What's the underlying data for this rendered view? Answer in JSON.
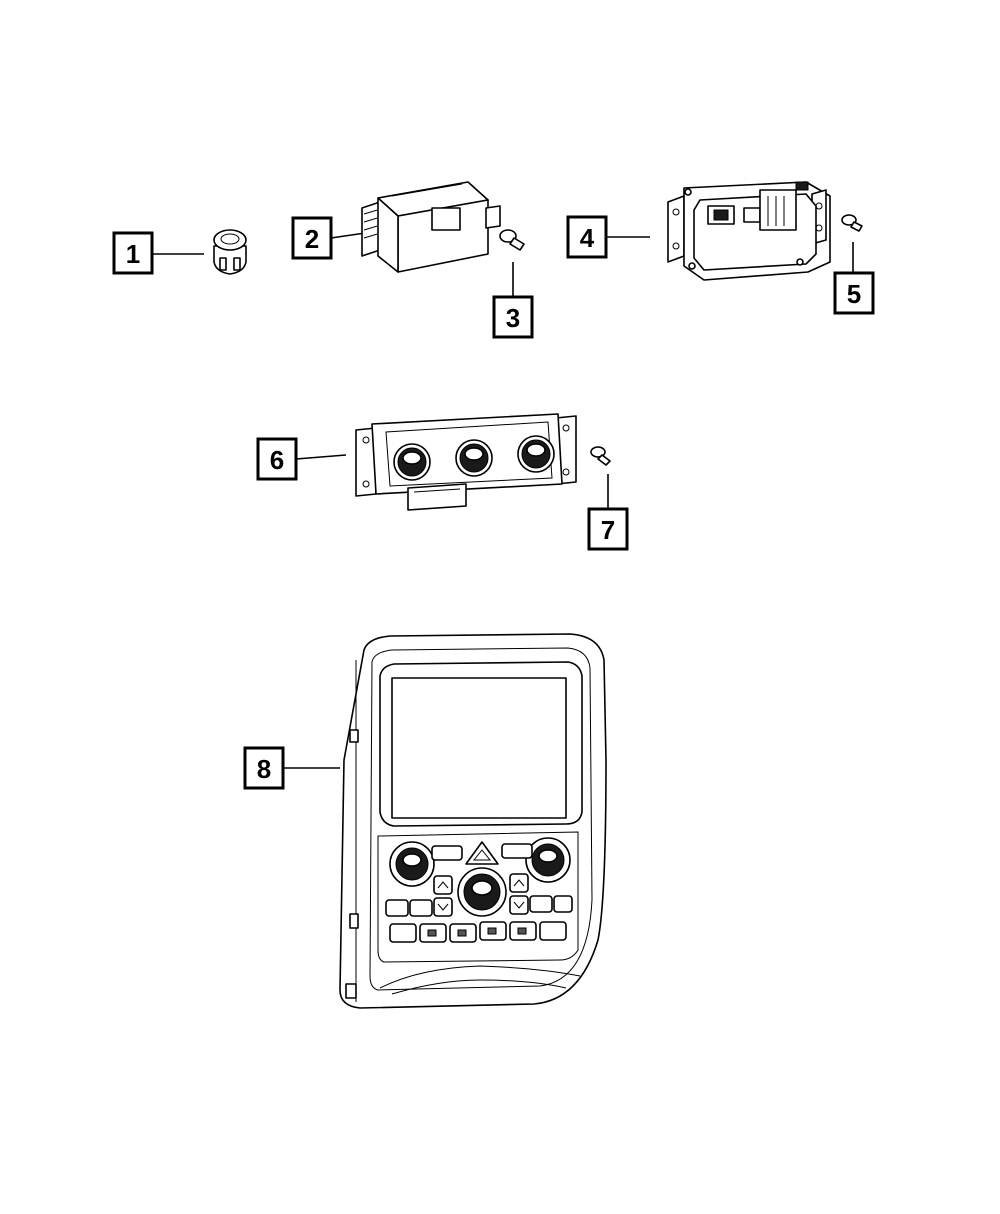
{
  "callouts": [
    {
      "id": "1",
      "label": "1"
    },
    {
      "id": "2",
      "label": "2"
    },
    {
      "id": "3",
      "label": "3"
    },
    {
      "id": "4",
      "label": "4"
    },
    {
      "id": "5",
      "label": "5"
    },
    {
      "id": "6",
      "label": "6"
    },
    {
      "id": "7",
      "label": "7"
    },
    {
      "id": "8",
      "label": "8"
    }
  ],
  "parts": [
    {
      "callout": "1",
      "icon": "push-switch-icon"
    },
    {
      "callout": "2",
      "icon": "control-module-icon"
    },
    {
      "callout": "3",
      "icon": "screw-icon"
    },
    {
      "callout": "4",
      "icon": "electronic-module-bracket-icon"
    },
    {
      "callout": "5",
      "icon": "screw-icon"
    },
    {
      "callout": "6",
      "icon": "climate-control-knob-panel-icon"
    },
    {
      "callout": "7",
      "icon": "screw-icon"
    },
    {
      "callout": "8",
      "icon": "radio-bezel-display-icon"
    }
  ]
}
